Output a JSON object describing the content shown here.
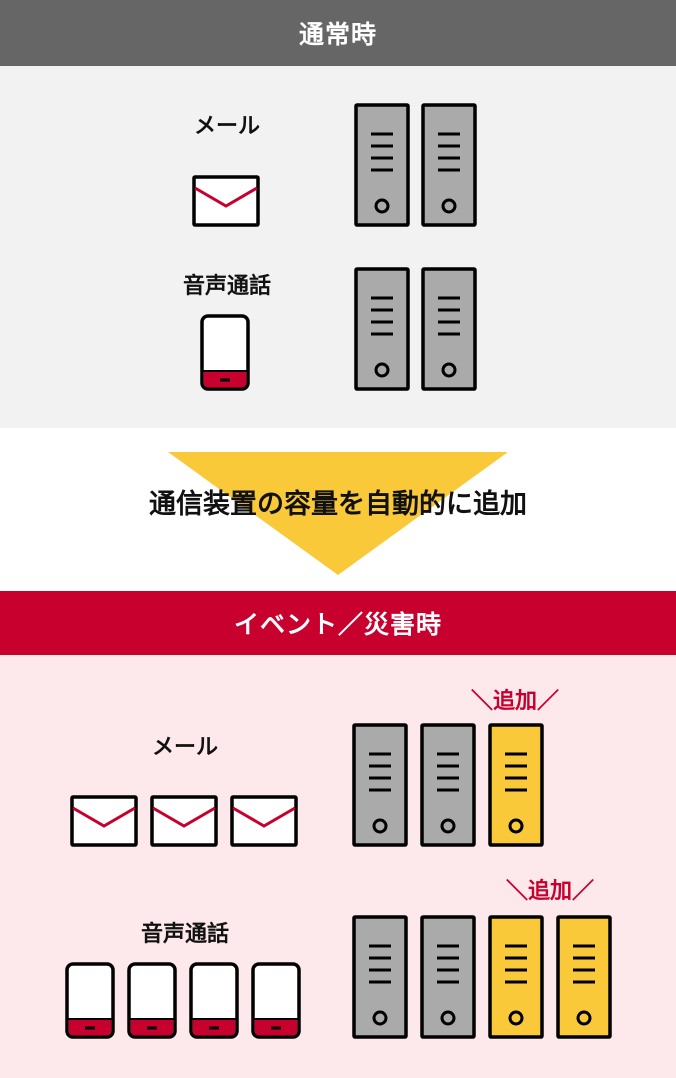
{
  "colors": {
    "header_normal": "#666666",
    "header_event": "#c8002e",
    "panel_normal": "#f2f2f2",
    "panel_event": "#fde8ec",
    "server_existing": "#aaaaaa",
    "server_added": "#f9c93a",
    "arrow": "#f9c93a",
    "accent": "#c8002e"
  },
  "normal": {
    "title": "通常時",
    "mail": {
      "label": "メール",
      "envelopes": 1,
      "servers": [
        "existing",
        "existing"
      ]
    },
    "voice": {
      "label": "音声通話",
      "phones": 1,
      "servers": [
        "existing",
        "existing"
      ]
    }
  },
  "arrow": {
    "text": "通信装置の容量を自動的に追加"
  },
  "event": {
    "title": "イベント／災害時",
    "mail": {
      "label": "メール",
      "envelopes": 3,
      "servers": [
        "existing",
        "existing",
        "added"
      ],
      "added_label": "追加"
    },
    "voice": {
      "label": "音声通話",
      "phones": 4,
      "servers": [
        "existing",
        "existing",
        "added",
        "added"
      ],
      "added_label": "追加"
    }
  }
}
